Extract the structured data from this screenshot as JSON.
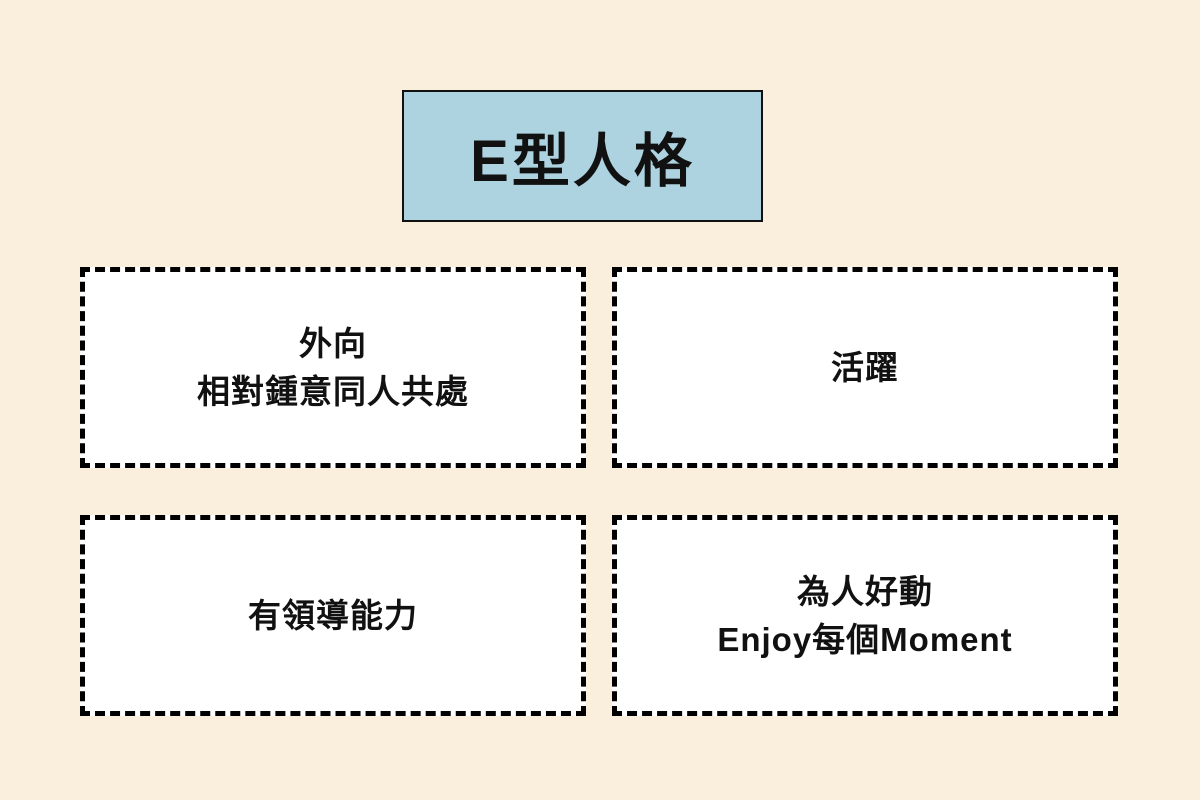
{
  "title": {
    "label": "E型人格"
  },
  "cards": [
    {
      "name": "extrovert",
      "lines": [
        "外向",
        "相對鍾意同人共處"
      ]
    },
    {
      "name": "active",
      "lines": [
        "活躍"
      ]
    },
    {
      "name": "leadership",
      "lines": [
        "有領導能力"
      ]
    },
    {
      "name": "energetic",
      "lines": [
        "為人好動",
        "Enjoy每個Moment"
      ]
    }
  ],
  "colors": {
    "background": "#FAEFDC",
    "title-box-fill": "#AED3E0",
    "border": "#111111",
    "text": "#111111",
    "card-fill": "#FFFFFF"
  }
}
